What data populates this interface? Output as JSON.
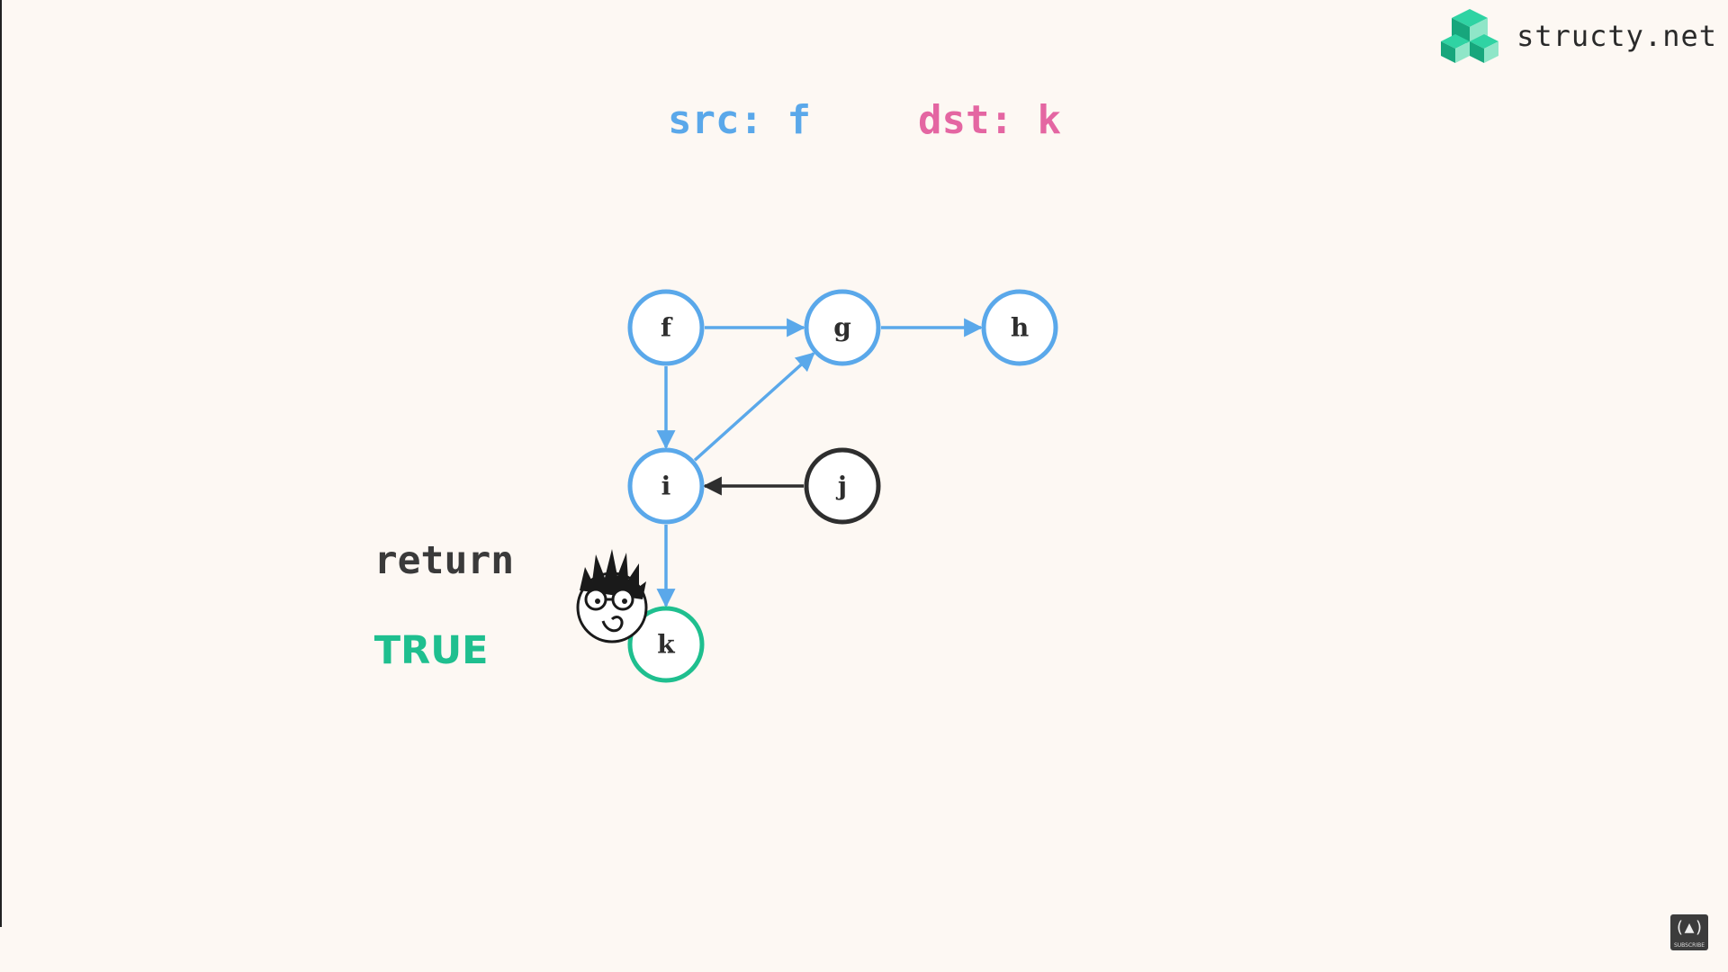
{
  "brand": {
    "name": "structy.net",
    "logo_color": "#1fbf8f"
  },
  "header": {
    "src_text": "src: f",
    "dst_text": "dst: k",
    "src_color": "#5aa8ea",
    "dst_color": "#e466a2"
  },
  "result": {
    "keyword": "return",
    "value": "TRUE"
  },
  "graph": {
    "nodes": [
      {
        "id": "f",
        "label": "f",
        "state": "visited",
        "color": "#5aa8ea"
      },
      {
        "id": "g",
        "label": "g",
        "state": "visited",
        "color": "#5aa8ea"
      },
      {
        "id": "h",
        "label": "h",
        "state": "visited",
        "color": "#5aa8ea"
      },
      {
        "id": "i",
        "label": "i",
        "state": "visited",
        "color": "#5aa8ea"
      },
      {
        "id": "j",
        "label": "j",
        "state": "unvisited",
        "color": "#2e2e2e"
      },
      {
        "id": "k",
        "label": "k",
        "state": "found",
        "color": "#1fbf8f"
      }
    ],
    "edges": [
      {
        "from": "f",
        "to": "g",
        "color": "#5aa8ea"
      },
      {
        "from": "g",
        "to": "h",
        "color": "#5aa8ea"
      },
      {
        "from": "f",
        "to": "i",
        "color": "#5aa8ea"
      },
      {
        "from": "i",
        "to": "g",
        "color": "#5aa8ea"
      },
      {
        "from": "j",
        "to": "i",
        "color": "#2e2e2e"
      },
      {
        "from": "i",
        "to": "k",
        "color": "#5aa8ea"
      }
    ]
  },
  "corner_badge": {
    "label": "SUBSCRIBE",
    "icon": "(▲)"
  },
  "icons": {
    "brand": "stacked-blocks-icon",
    "character": "thinking-character-icon"
  }
}
